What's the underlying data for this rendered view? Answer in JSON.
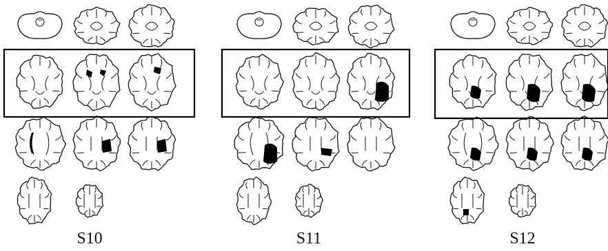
{
  "figure": {
    "panels": [
      {
        "label": "S10",
        "framed_rows": [
          2
        ],
        "slices": [
          {
            "row": 1,
            "kind": "cerebellum",
            "lesion": "none"
          },
          {
            "row": 1,
            "kind": "brainstem",
            "lesion": "none"
          },
          {
            "row": 1,
            "kind": "temporal",
            "lesion": "none"
          },
          {
            "row": 2,
            "kind": "axial-low",
            "lesion": "none"
          },
          {
            "row": 2,
            "kind": "axial-mid",
            "lesion": "small-frontal-bilateral"
          },
          {
            "row": 2,
            "kind": "axial-mid",
            "lesion": "small-frontal-left"
          },
          {
            "row": 3,
            "kind": "axial-ventricle",
            "lesion": "periventricular-left"
          },
          {
            "row": 3,
            "kind": "axial-high",
            "lesion": "medium-right"
          },
          {
            "row": 3,
            "kind": "axial-high",
            "lesion": "medium-right"
          },
          {
            "row": 4,
            "kind": "vertex-large",
            "lesion": "none"
          },
          {
            "row": 4,
            "kind": "vertex-small",
            "lesion": "none"
          }
        ]
      },
      {
        "label": "S11",
        "framed_rows": [
          2
        ],
        "slices": [
          {
            "row": 1,
            "kind": "cerebellum",
            "lesion": "none"
          },
          {
            "row": 1,
            "kind": "brainstem",
            "lesion": "none"
          },
          {
            "row": 1,
            "kind": "temporal",
            "lesion": "none"
          },
          {
            "row": 2,
            "kind": "axial-low",
            "lesion": "none"
          },
          {
            "row": 2,
            "kind": "axial-mid",
            "lesion": "none"
          },
          {
            "row": 2,
            "kind": "axial-mid",
            "lesion": "large-right-posterior"
          },
          {
            "row": 3,
            "kind": "axial-ventricle",
            "lesion": "large-right-posterior"
          },
          {
            "row": 3,
            "kind": "axial-high",
            "lesion": "medium-right-posterior"
          },
          {
            "row": 3,
            "kind": "axial-high",
            "lesion": "none"
          },
          {
            "row": 4,
            "kind": "vertex-large",
            "lesion": "none"
          },
          {
            "row": 4,
            "kind": "vertex-small",
            "lesion": "none"
          }
        ]
      },
      {
        "label": "S12",
        "framed_rows": [
          2
        ],
        "slices": [
          {
            "row": 1,
            "kind": "cerebellum",
            "lesion": "none"
          },
          {
            "row": 1,
            "kind": "brainstem",
            "lesion": "none"
          },
          {
            "row": 1,
            "kind": "temporal",
            "lesion": "none"
          },
          {
            "row": 2,
            "kind": "axial-low",
            "lesion": "medium-left-posterior"
          },
          {
            "row": 2,
            "kind": "axial-mid",
            "lesion": "large-left-posterior"
          },
          {
            "row": 2,
            "kind": "axial-mid",
            "lesion": "large-left-posterior"
          },
          {
            "row": 3,
            "kind": "axial-ventricle",
            "lesion": "medium-left-posterior"
          },
          {
            "row": 3,
            "kind": "axial-high",
            "lesion": "medium-left-posterior"
          },
          {
            "row": 3,
            "kind": "axial-high",
            "lesion": "medium-left-posterior"
          },
          {
            "row": 4,
            "kind": "vertex-large",
            "lesion": "small-left-posterior"
          },
          {
            "row": 4,
            "kind": "vertex-small",
            "lesion": "none"
          }
        ]
      }
    ],
    "colors": {
      "ink": "#111111",
      "lesion": "#000000",
      "background": "#ffffff"
    }
  }
}
